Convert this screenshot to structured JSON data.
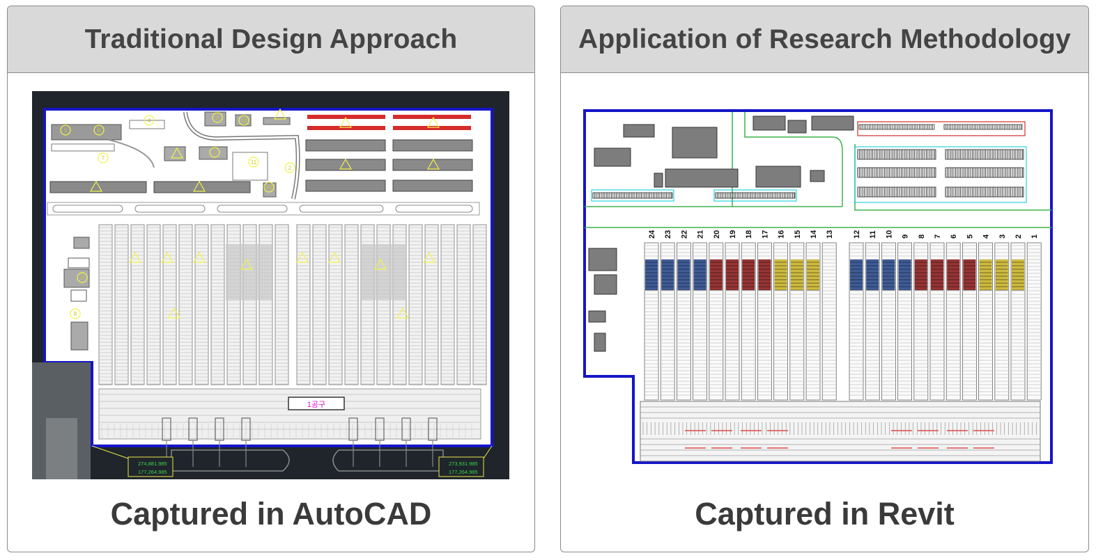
{
  "left_panel": {
    "header": "Traditional Design Approach",
    "caption": "Captured in AutoCAD",
    "drawing": {
      "tag_label": "1공구",
      "coord_box_left": [
        "274,881.985",
        "177,264.985"
      ],
      "coord_box_right": [
        "273,931.985",
        "177,264.985"
      ],
      "marker_numbers": [
        "5",
        "6",
        "4",
        "3",
        "10",
        "7",
        "1",
        "11",
        "2",
        "12",
        "9",
        "8"
      ]
    }
  },
  "right_panel": {
    "header": "Application of Research Methodology",
    "caption": "Captured in Revit",
    "drawing": {
      "lane_numbers_left": [
        "24",
        "23",
        "22",
        "21",
        "20",
        "19",
        "18",
        "17",
        "16",
        "15",
        "14",
        "13"
      ],
      "lane_numbers_right": [
        "12",
        "11",
        "10",
        "9",
        "8",
        "7",
        "6",
        "5",
        "4",
        "3",
        "2",
        "1"
      ]
    }
  },
  "colors": {
    "border_blue": "#1515c8",
    "cad_background": "#1f252b",
    "header_gray": "#d9d9d9",
    "marker_yellow": "#f2f24a",
    "container_red": "#c81e1e",
    "container_blue": "#2a4a8c",
    "container_yellow": "#c9b42a",
    "boundary_green": "#3cb44b"
  }
}
